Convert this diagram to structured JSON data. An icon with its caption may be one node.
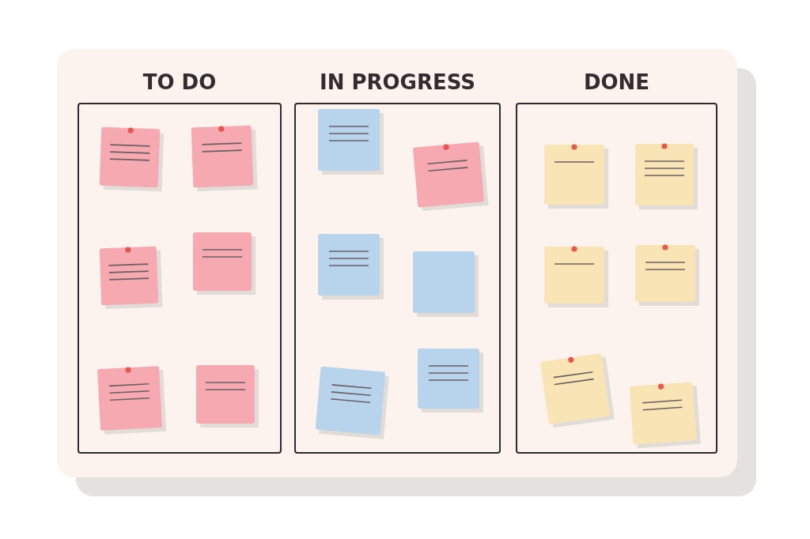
{
  "diagram": {
    "nodes": [
      {
        "text": [
          "TO DO"
        ]
      },
      {
        "text": [
          "IN PROGRESS"
        ]
      },
      {
        "text": [
          "DONE"
        ]
      }
    ],
    "edges": []
  }
}
